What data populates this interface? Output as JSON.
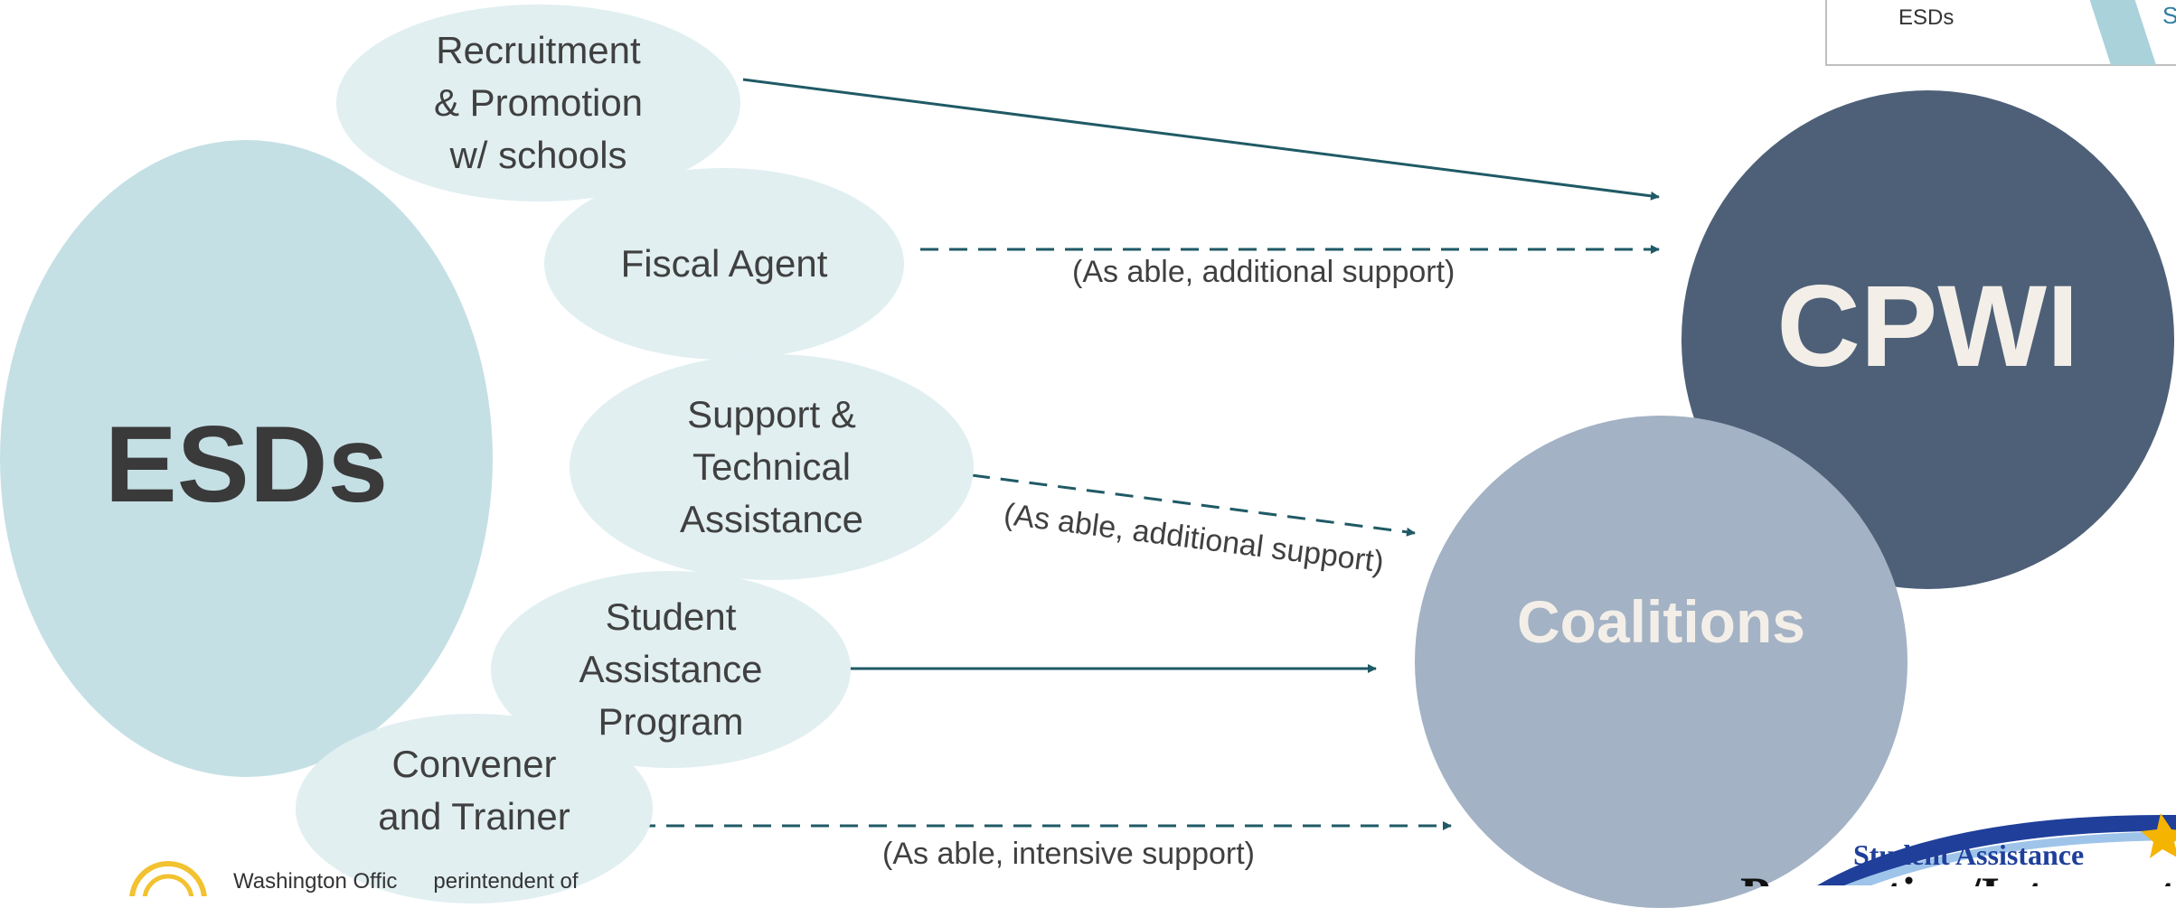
{
  "diagram": {
    "esds_label": "ESDs",
    "cpwi_label": "CPWI",
    "coalitions_label": "Coalitions",
    "roles": [
      {
        "label": "Recruitment\n& Promotion\nw/ schools"
      },
      {
        "label": "Fiscal Agent"
      },
      {
        "label": "Support &\nTechnical\nAssistance"
      },
      {
        "label": "Student\nAssistance\nProgram"
      },
      {
        "label": "Convener\nand Trainer"
      }
    ],
    "notes": {
      "fiscal": "(As able, additional support)",
      "support": "(As able, additional support)",
      "convener": "(As able, intensive support)"
    },
    "colors": {
      "esds_fill": "#c5e0e5",
      "role_fill": "#e1eff1",
      "cpwi_fill": "#4e6078",
      "coalitions_fill": "#a3b2c4",
      "arrow": "#1f5a66"
    }
  },
  "corner_legend": {
    "label": "ESDs",
    "fragment": "S"
  },
  "footer": {
    "org_text": "Washington Offic      perintendent of"
  },
  "logo": {
    "line1": "Student Assistance",
    "line2": "Prevention/Intervention"
  }
}
